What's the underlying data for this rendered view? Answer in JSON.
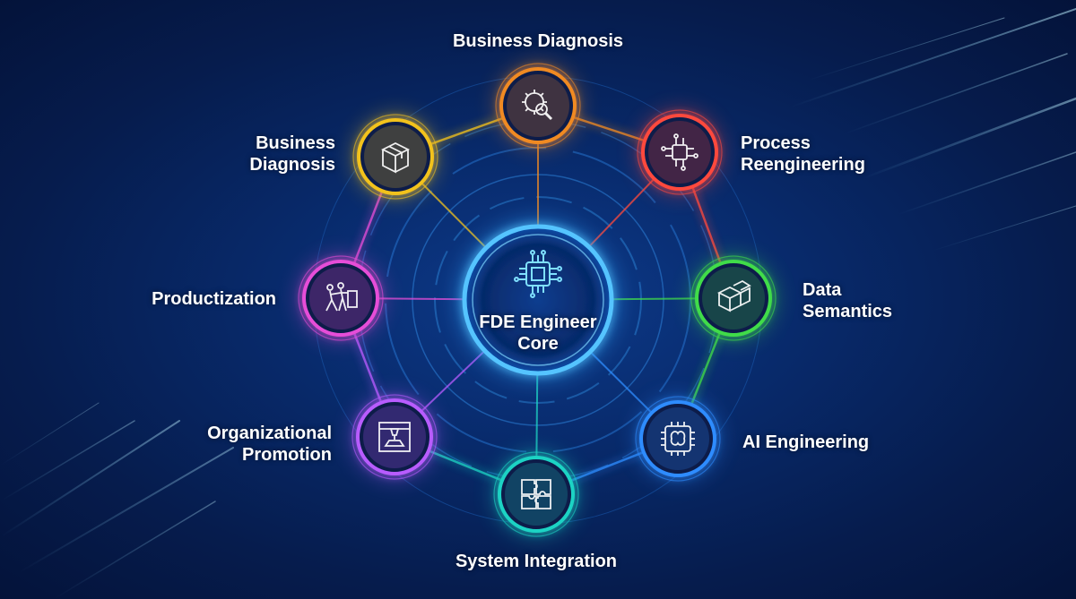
{
  "core": {
    "line1": "FDE Engineer",
    "line2": "Core",
    "color": "#3fb6ff",
    "icon": "cpu-chip-icon"
  },
  "nodes": [
    {
      "id": "top",
      "lines": [
        "Business Diagnosis"
      ],
      "color": "#f08a24",
      "icon": "gear-magnifier-icon"
    },
    {
      "id": "upper-right",
      "lines": [
        "Process",
        "Reengineering"
      ],
      "color": "#ff4a3d",
      "icon": "circuit-node-icon"
    },
    {
      "id": "right",
      "lines": [
        "Data",
        "Semantics"
      ],
      "color": "#3fdc4a",
      "icon": "data-cubes-icon"
    },
    {
      "id": "lower-right",
      "lines": [
        "AI Engineering"
      ],
      "color": "#2f8cff",
      "icon": "brain-chip-icon"
    },
    {
      "id": "bottom",
      "lines": [
        "System Integration"
      ],
      "color": "#1fd3c4",
      "icon": "puzzle-icon"
    },
    {
      "id": "lower-left",
      "lines": [
        "Organizational",
        "Promotion"
      ],
      "color": "#b85cff",
      "icon": "3d-printer-icon"
    },
    {
      "id": "left",
      "lines": [
        "Productization"
      ],
      "color": "#e64dd8",
      "icon": "pushing-box-icon"
    },
    {
      "id": "upper-left",
      "lines": [
        "Business",
        "Diagnosis"
      ],
      "color": "#f2c21e",
      "icon": "package-box-icon"
    }
  ]
}
